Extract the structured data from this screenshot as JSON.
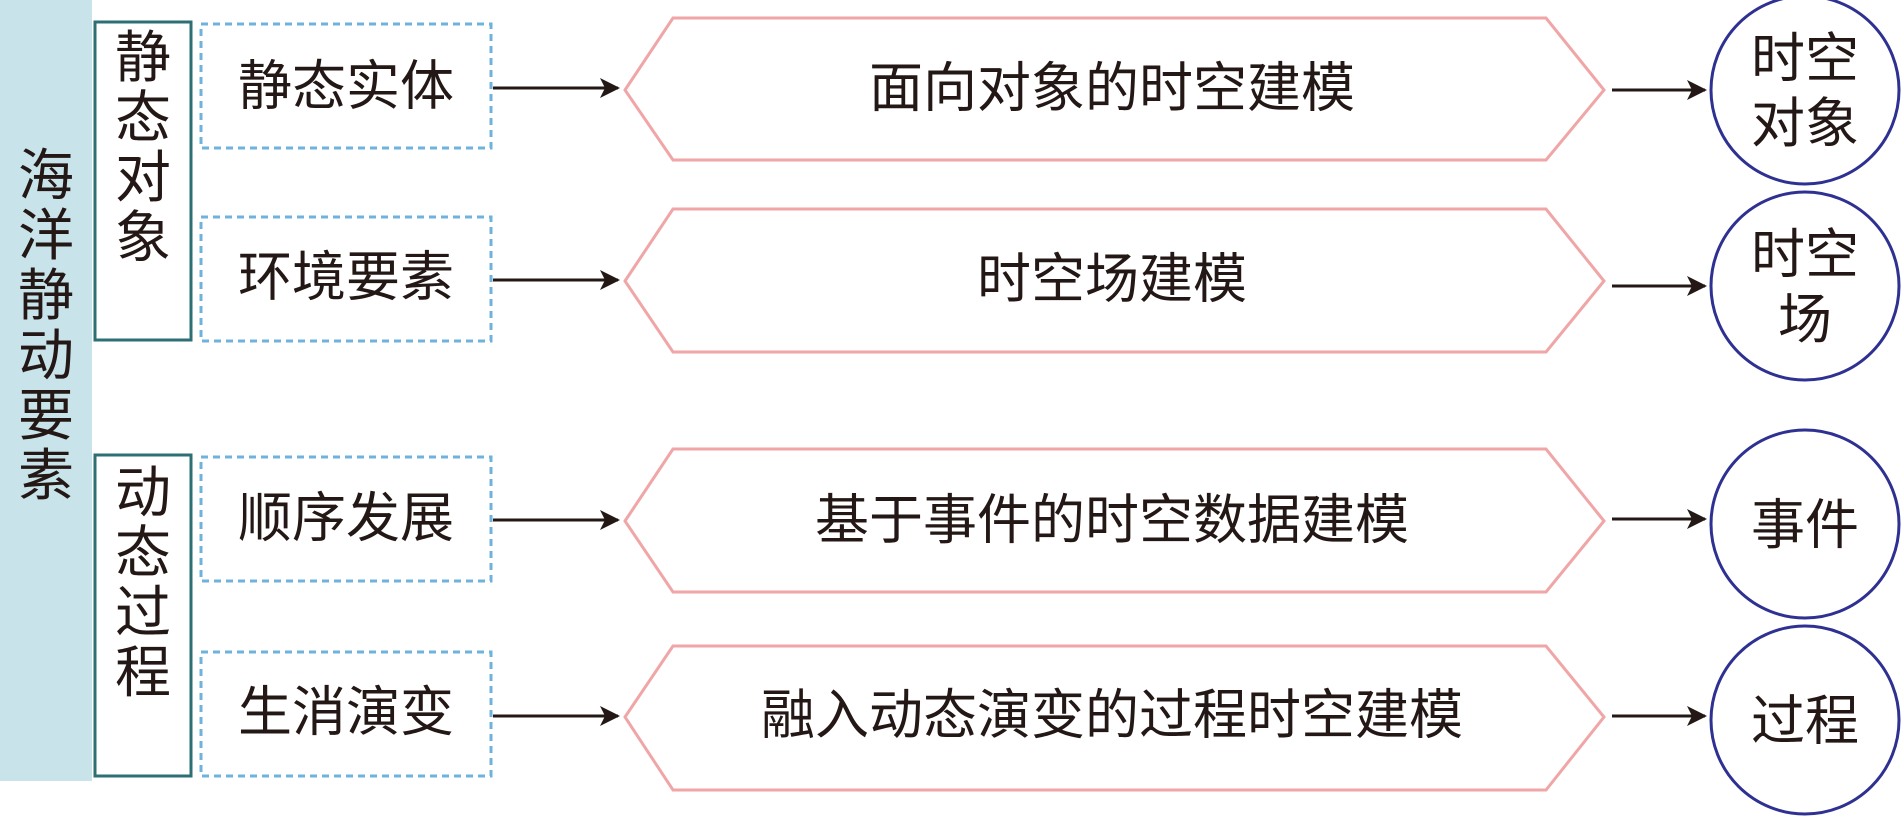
{
  "root": {
    "label": "海洋静动要素"
  },
  "groups": [
    {
      "label": "静态对象"
    },
    {
      "label": "动态过程"
    }
  ],
  "rows": [
    {
      "element": "静态实体",
      "method": "面向对象的时空建模",
      "result": "时空对象"
    },
    {
      "element": "环境要素",
      "method": "时空场建模",
      "result": "时空场"
    },
    {
      "element": "顺序发展",
      "method": "基于事件的时空数据建模",
      "result": "事件"
    },
    {
      "element": "生消演变",
      "method": "融入动态演变的过程时空建模",
      "result": "过程"
    }
  ],
  "colors": {
    "root_fill": "#c8e3e9",
    "group_border": "#2e6f74",
    "element_border": "#6fb3dc",
    "method_border": "#f0a6a6",
    "result_border": "#2e3192",
    "arrow": "#231815",
    "text": "#231815"
  }
}
